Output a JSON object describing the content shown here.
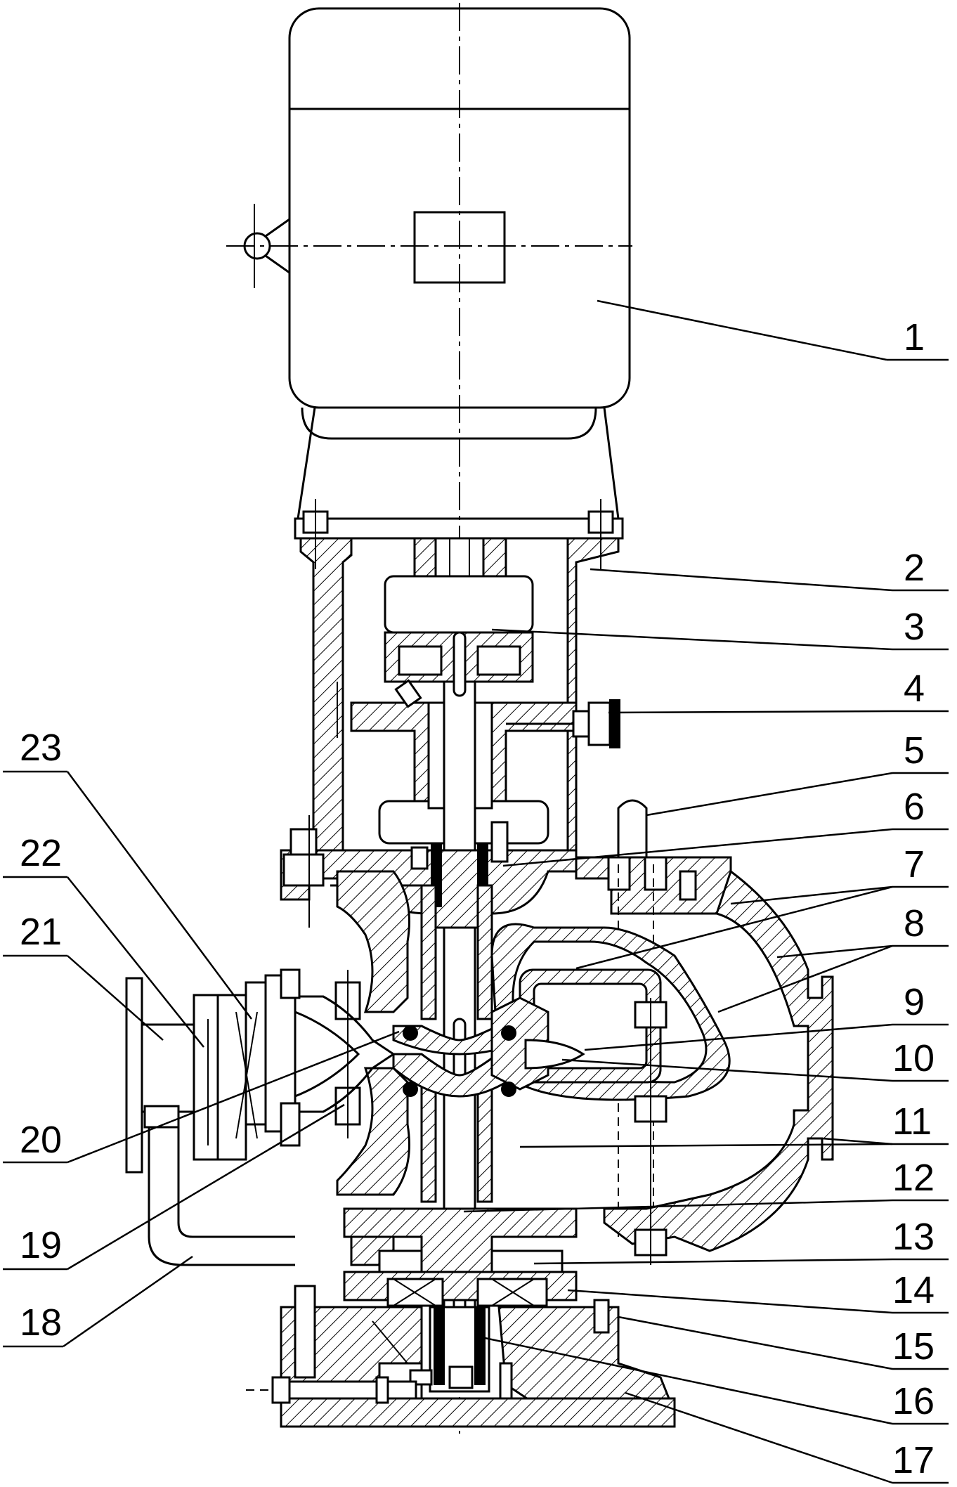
{
  "figure": {
    "callouts": [
      {
        "id": "1",
        "text": "1"
      },
      {
        "id": "2",
        "text": "2"
      },
      {
        "id": "3",
        "text": "3"
      },
      {
        "id": "4",
        "text": "4"
      },
      {
        "id": "5",
        "text": "5"
      },
      {
        "id": "6",
        "text": "6"
      },
      {
        "id": "7",
        "text": "7"
      },
      {
        "id": "8",
        "text": "8"
      },
      {
        "id": "9",
        "text": "9"
      },
      {
        "id": "10",
        "text": "10"
      },
      {
        "id": "11",
        "text": "11"
      },
      {
        "id": "12",
        "text": "12"
      },
      {
        "id": "13",
        "text": "13"
      },
      {
        "id": "14",
        "text": "14"
      },
      {
        "id": "15",
        "text": "15"
      },
      {
        "id": "16",
        "text": "16"
      },
      {
        "id": "17",
        "text": "17"
      },
      {
        "id": "18",
        "text": "18"
      },
      {
        "id": "19",
        "text": "19"
      },
      {
        "id": "20",
        "text": "20"
      },
      {
        "id": "21",
        "text": "21"
      },
      {
        "id": "22",
        "text": "22"
      },
      {
        "id": "23",
        "text": "23"
      }
    ]
  }
}
